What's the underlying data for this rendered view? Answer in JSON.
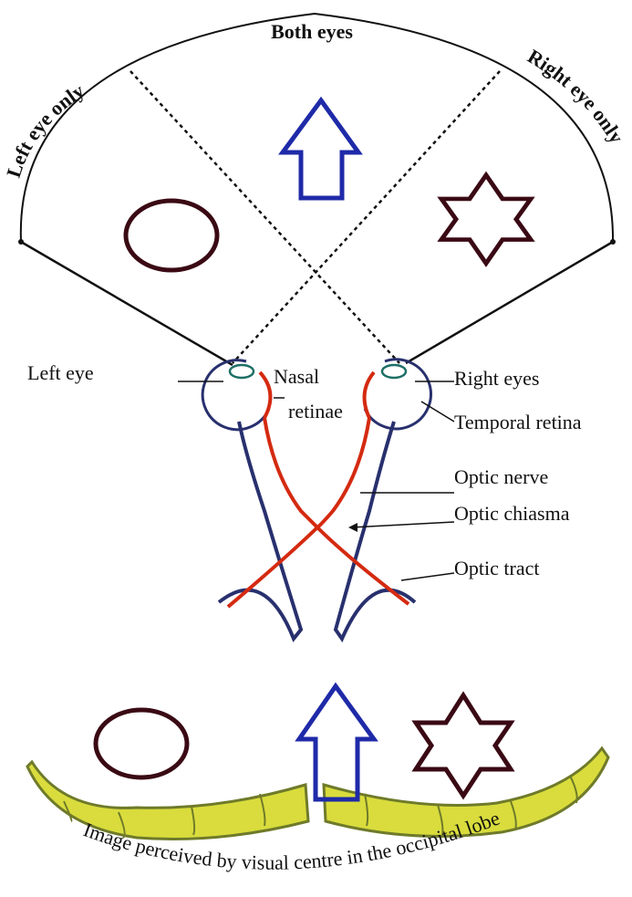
{
  "field_labels": {
    "both": "Both eyes",
    "left_only": "Left eye only",
    "right_only": "Right eye only"
  },
  "anatomy_labels": {
    "left_eye": "Left eye",
    "nasal": "Nasal",
    "retinae": "retinae",
    "right_eyes": "Right eyes",
    "temporal_retina": "Temporal  retina",
    "optic_nerve": "Optic nerve",
    "optic_chiasma": "Optic chiasma",
    "optic_tract": "Optic tract"
  },
  "caption": "Image perceived by visual centre in the occipital lobe",
  "colors": {
    "arrow": "#1f2aa8",
    "shape_outline": "#3a0a14",
    "nerve_blue": "#28306e",
    "nerve_red": "#d42a10",
    "cortex_fill": "#d9dc3c",
    "cortex_edge": "#6f7a2a",
    "field_line": "#111111"
  },
  "icons": [
    "ellipse-shape",
    "up-arrow-shape",
    "six-point-star-shape"
  ]
}
